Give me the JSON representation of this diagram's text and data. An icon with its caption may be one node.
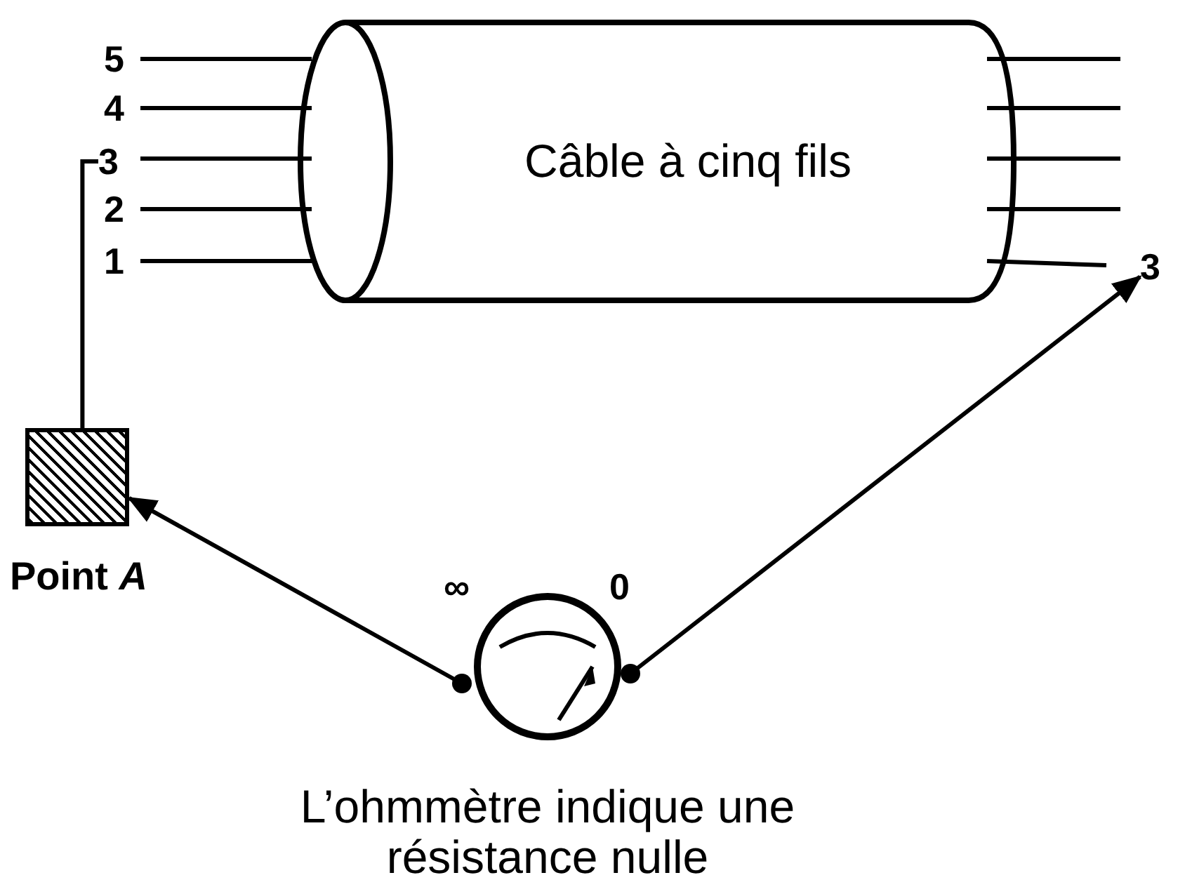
{
  "diagram": {
    "nodes": [
      {
        "text": [
          "Câble à cinq fils"
        ]
      },
      {
        "text": [
          "Point *A*"
        ]
      },
      {
        "text": [
          "∞",
          "0"
        ],
        "beside": [
          "L’ohmmètre indique une résistance nulle"
        ]
      },
      {
        "text": [
          "3"
        ]
      },
      {
        "text": [
          "3"
        ]
      }
    ],
    "edges": [
      {
        "from": 3,
        "to": 1,
        "arrow": "none"
      },
      {
        "from": 2,
        "to": 1,
        "arrow": "to"
      },
      {
        "from": 2,
        "to": 4,
        "arrow": "to"
      }
    ],
    "labels": [
      "5",
      "4",
      "2",
      "1"
    ]
  }
}
